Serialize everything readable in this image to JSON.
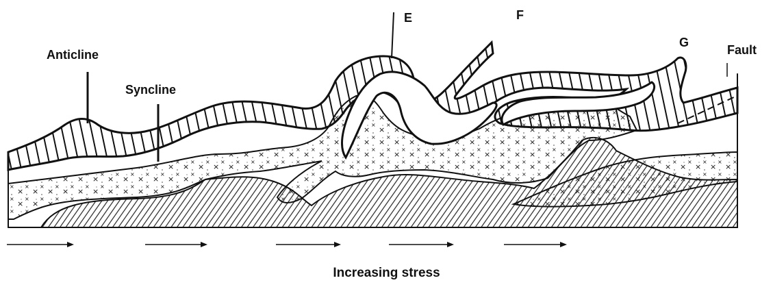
{
  "labels": {
    "anticline": "Anticline",
    "syncline": "Syncline",
    "e": "E",
    "f": "F",
    "g": "G",
    "fault": "Fault"
  },
  "caption": "Increasing stress",
  "layer_patterns": [
    "vertical hatching",
    "crosses",
    "diagonal hatching"
  ]
}
